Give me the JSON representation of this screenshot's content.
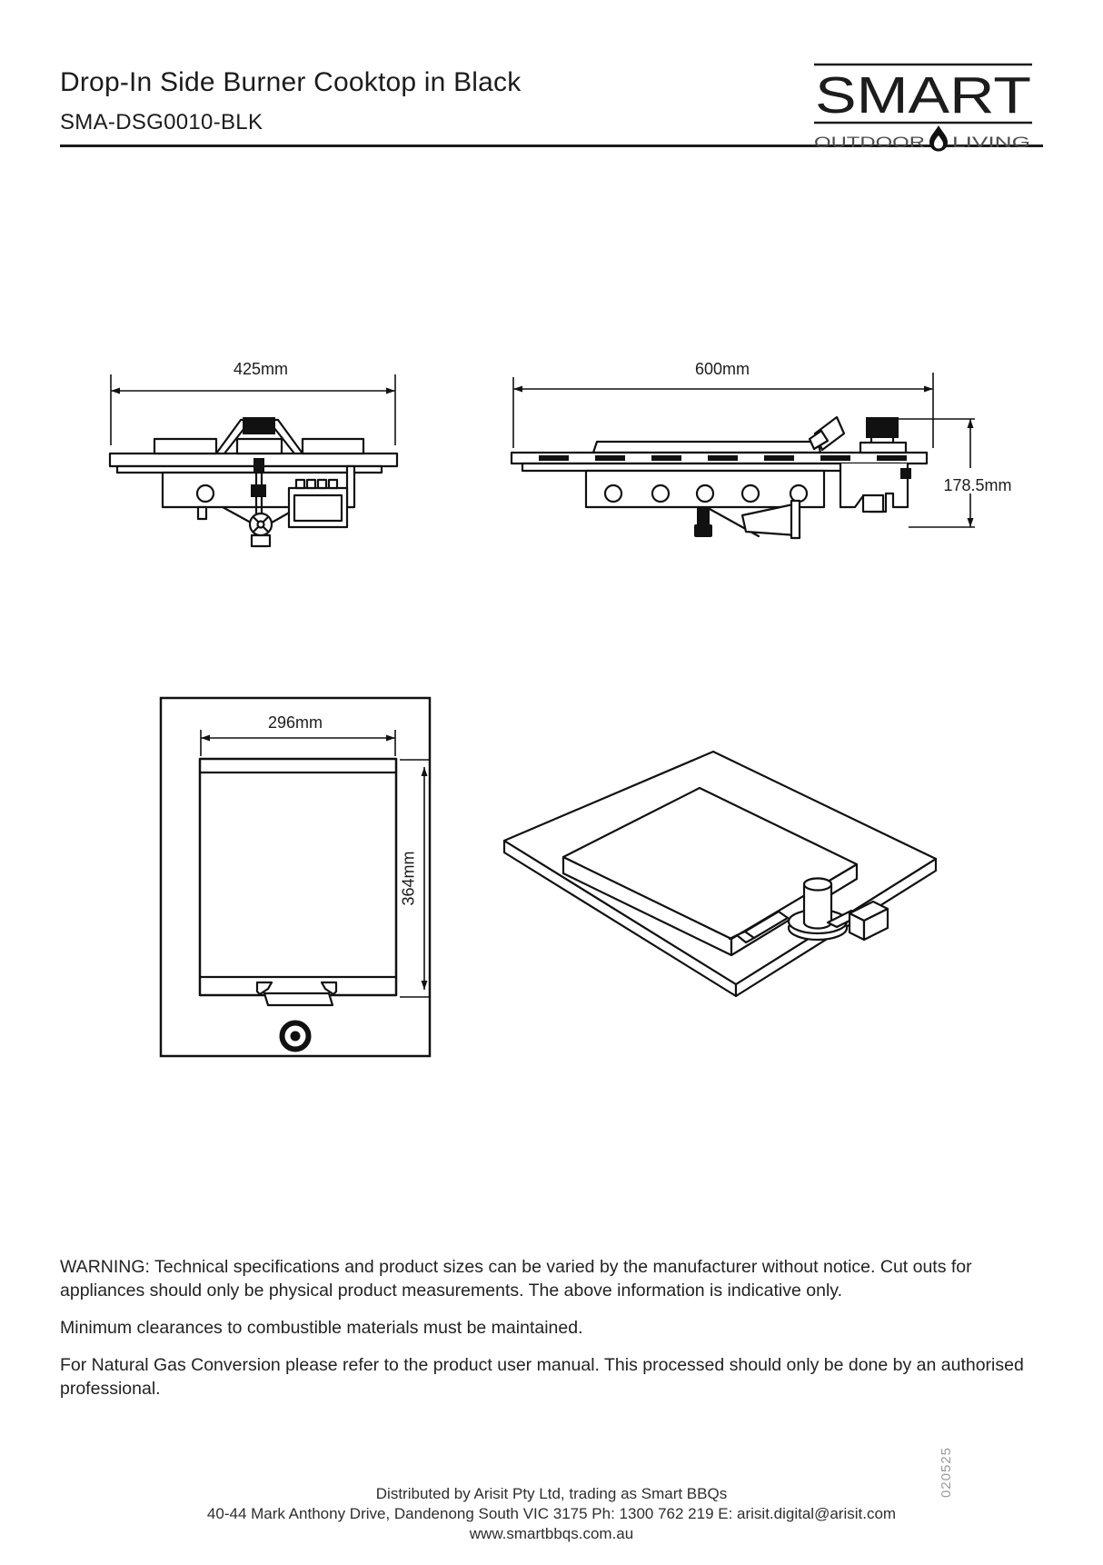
{
  "header": {
    "title": "Drop-In Side Burner Cooktop in Black",
    "model": "SMA-DSG0010-BLK",
    "logo": {
      "brand": "SMART",
      "tagline_left": "OUTDOOR",
      "tagline_right": "LIVING"
    }
  },
  "diagrams": {
    "side_view": {
      "width_label": "425mm"
    },
    "front_view": {
      "width_label": "600mm",
      "height_label": "178.5mm"
    },
    "top_view": {
      "width_label": "296mm",
      "depth_label": "364mm"
    }
  },
  "notes": [
    "WARNING: Technical specifications and product sizes can be varied by the manufacturer without notice. Cut outs for appliances should only be physical product measurements. The above information is indicative only.",
    "Minimum clearances to combustible materials must be maintained.",
    "For Natural Gas Conversion please refer to the product user manual. This processed should only be done by an authorised professional."
  ],
  "footer": {
    "distributor": "Distributed by Arisit Pty Ltd, trading as Smart BBQs",
    "address": "40-44 Mark Anthony Drive, Dandenong South VIC 3175  Ph: 1300 762 219  E: arisit.digital@arisit.com",
    "website": "www.smartbbqs.com.au",
    "doc_code": "020525"
  },
  "colors": {
    "ink": "#1c1c1c",
    "line": "#111111",
    "muted": "#4d4d4d",
    "code_gray": "#9a9a9a"
  }
}
